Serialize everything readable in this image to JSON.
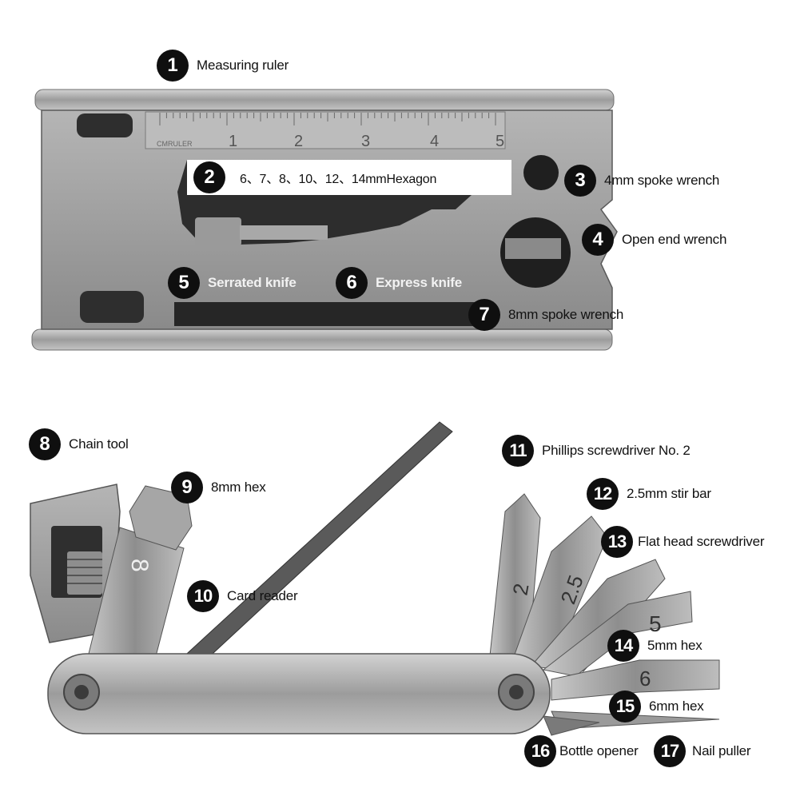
{
  "ruler_ticks": [
    "1",
    "2",
    "3",
    "4",
    "5"
  ],
  "ruler_brand": "CMRULER",
  "tool_engravings": {
    "hex_8": "8",
    "bit_2": "2",
    "bit_2_5": "2.5",
    "bit_5": "5",
    "bit_6": "6"
  },
  "callouts": [
    {
      "number": "1",
      "label": "Measuring ruler"
    },
    {
      "number": "2",
      "label": "6、7、8、10、12、14mmHexagon"
    },
    {
      "number": "3",
      "label": "4mm spoke wrench"
    },
    {
      "number": "4",
      "label": "Open end wrench"
    },
    {
      "number": "5",
      "label": "Serrated knife"
    },
    {
      "number": "6",
      "label": "Express knife"
    },
    {
      "number": "7",
      "label": "8mm spoke wrench"
    },
    {
      "number": "8",
      "label": "Chain tool"
    },
    {
      "number": "9",
      "label": "8mm hex"
    },
    {
      "number": "10",
      "label": "Card reader"
    },
    {
      "number": "11",
      "label": "Phillips screwdriver No. 2"
    },
    {
      "number": "12",
      "label": "2.5mm stir bar"
    },
    {
      "number": "13",
      "label": "Flat head screwdriver"
    },
    {
      "number": "14",
      "label": "5mm hex"
    },
    {
      "number": "15",
      "label": "6mm hex"
    },
    {
      "number": "16",
      "label": "Bottle opener"
    },
    {
      "number": "17",
      "label": "Nail puller"
    }
  ]
}
